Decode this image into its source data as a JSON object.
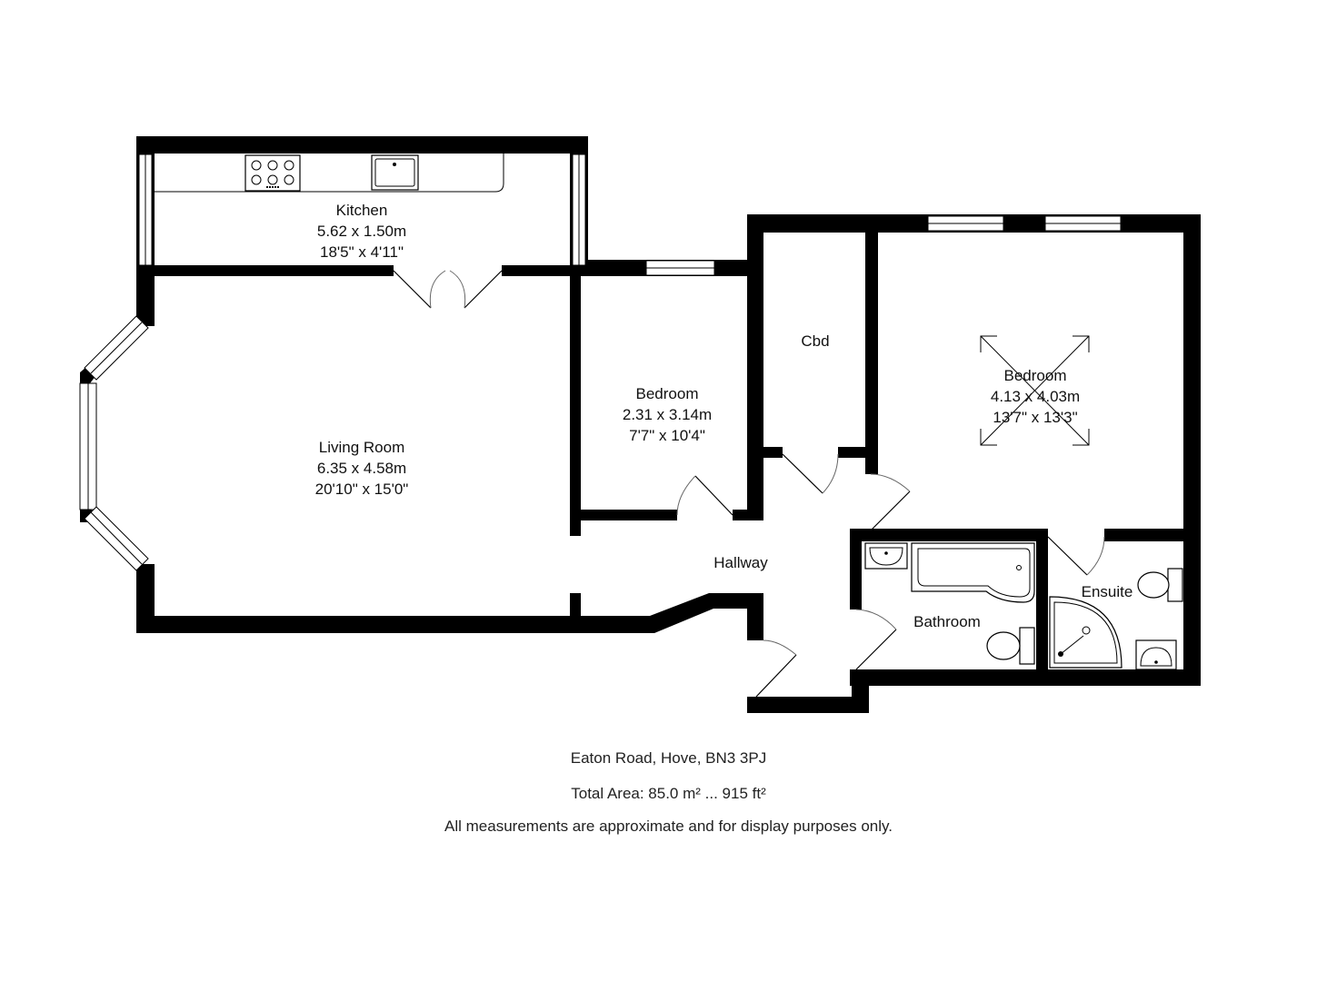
{
  "rooms": {
    "kitchen": {
      "name": "Kitchen",
      "metric": "5.62 x 1.50m",
      "imperial": "18'5\" x 4'11\""
    },
    "living_room": {
      "name": "Living Room",
      "metric": "6.35 x 4.58m",
      "imperial": "20'10\" x 15'0\""
    },
    "bedroom_small": {
      "name": "Bedroom",
      "metric": "2.31 x 3.14m",
      "imperial": "7'7\" x 10'4\""
    },
    "cupboard": {
      "name": "Cbd"
    },
    "bedroom_main": {
      "name": "Bedroom",
      "metric": "4.13 x 4.03m",
      "imperial": "13'7\" x 13'3\""
    },
    "hallway": {
      "name": "Hallway"
    },
    "bathroom": {
      "name": "Bathroom"
    },
    "ensuite": {
      "name": "Ensuite"
    }
  },
  "footer": {
    "address": "Eaton Road, Hove, BN3 3PJ",
    "total_area": "Total Area: 85.0 m² ... 915 ft²",
    "disclaimer": "All measurements are approximate and for display purposes only."
  }
}
